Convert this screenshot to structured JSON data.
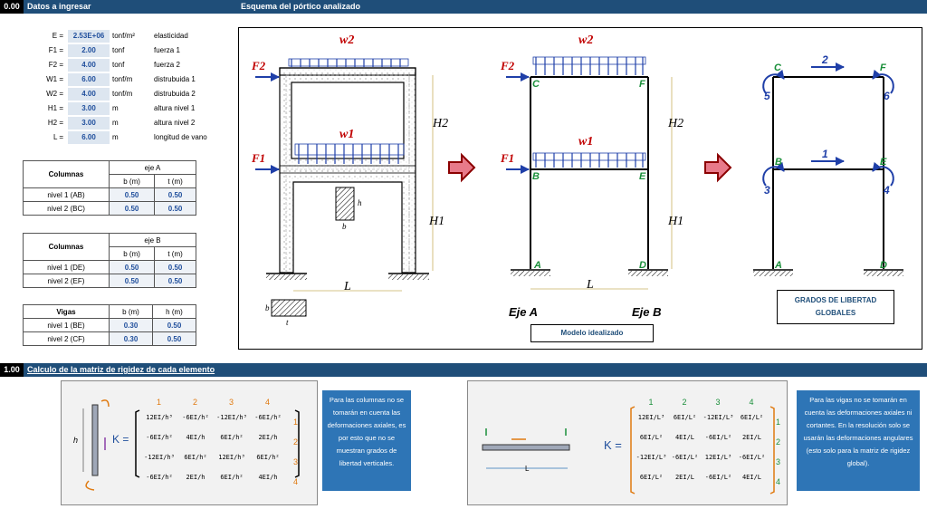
{
  "section0": {
    "num": "0.00",
    "title": "Datos a ingresar",
    "diagram_title": "Esquema del pórtico analizado"
  },
  "inputs": [
    {
      "label": "E =",
      "value": "2.53E+06",
      "unit": "tonf/m²",
      "desc": "elasticidad"
    },
    {
      "label": "F1 =",
      "value": "2.00",
      "unit": "tonf",
      "desc": "fuerza 1"
    },
    {
      "label": "F2 =",
      "value": "4.00",
      "unit": "tonf",
      "desc": "fuerza 2"
    },
    {
      "label": "W1 =",
      "value": "6.00",
      "unit": "tonf/m",
      "desc": "distrubuida 1"
    },
    {
      "label": "W2 =",
      "value": "4.00",
      "unit": "tonf/m",
      "desc": "distrubuida 2"
    },
    {
      "label": "H1 =",
      "value": "3.00",
      "unit": "m",
      "desc": "altura nivel 1"
    },
    {
      "label": "H2 =",
      "value": "3.00",
      "unit": "m",
      "desc": "altura nivel 2"
    },
    {
      "label": "L =",
      "value": "6.00",
      "unit": "m",
      "desc": "longitud de vano"
    }
  ],
  "colA": {
    "title": "Columnas",
    "axis": "eje A",
    "b": "b (m)",
    "t": "t (m)",
    "rows": [
      {
        "name": "nivel 1 (AB)",
        "b": "0.50",
        "t": "0.50"
      },
      {
        "name": "nivel 2 (BC)",
        "b": "0.50",
        "t": "0.50"
      }
    ]
  },
  "colB": {
    "title": "Columnas",
    "axis": "eje B",
    "b": "b (m)",
    "t": "t (m)",
    "rows": [
      {
        "name": "nivel 1 (DE)",
        "b": "0.50",
        "t": "0.50"
      },
      {
        "name": "nivel 2 (EF)",
        "b": "0.50",
        "t": "0.50"
      }
    ]
  },
  "vigas": {
    "title": "Vigas",
    "b": "b (m)",
    "h": "h (m)",
    "rows": [
      {
        "name": "nivel 1 (BE)",
        "b": "0.30",
        "h": "0.50"
      },
      {
        "name": "nivel 2 (CF)",
        "b": "0.30",
        "h": "0.50"
      }
    ]
  },
  "diagram": {
    "w1": "w1",
    "w2": "w2",
    "f1": "F1",
    "f2": "F2",
    "h1": "H1",
    "h2": "H2",
    "L": "L",
    "b": "b",
    "h": "h",
    "t": "t",
    "nodes": [
      "A",
      "B",
      "C",
      "D",
      "E",
      "F"
    ],
    "eje_a": "Eje A",
    "eje_b": "Eje B",
    "model_label": "Modelo idealizado",
    "dof_label_1": "GRADOS DE LIBERTAD",
    "dof_label_2": "GLOBALES",
    "dofs": [
      "1",
      "2",
      "3",
      "4",
      "5",
      "6"
    ]
  },
  "section1": {
    "num": "1.00",
    "title": "Calculo de la matriz de rigidez de cada elemento"
  },
  "col_note": "Para las columnas no se tomarán en cuenta las deformaciones axiales, es por esto que no se muestran grados de libertad verticales.",
  "beam_note": "Para las vigas no se tomarán en cuenta las deformaciones axiales ni cortantes. En la resolución solo se usarán las deformaciones angulares (esto solo para la matriz de rigidez global).",
  "col_matrix": {
    "k": "K =",
    "h": "h",
    "idx": [
      "1",
      "2",
      "3",
      "4"
    ],
    "rows": [
      [
        "12EI/h³",
        "-6EI/h²",
        "-12EI/h³",
        "-6EI/h²"
      ],
      [
        "-6EI/h²",
        "4EI/h",
        "6EI/h²",
        "2EI/h"
      ],
      [
        "-12EI/h³",
        "6EI/h²",
        "12EI/h³",
        "6EI/h²"
      ],
      [
        "-6EI/h²",
        "2EI/h",
        "6EI/h²",
        "4EI/h"
      ]
    ]
  },
  "beam_matrix": {
    "k": "K =",
    "L": "L",
    "idx": [
      "1",
      "2",
      "3",
      "4"
    ],
    "rows": [
      [
        "12EI/L³",
        "6EI/L²",
        "-12EI/L³",
        "6EI/L²"
      ],
      [
        "6EI/L²",
        "4EI/L",
        "-6EI/L²",
        "2EI/L"
      ],
      [
        "-12EI/L³",
        "-6EI/L²",
        "12EI/L³",
        "-6EI/L²"
      ],
      [
        "6EI/L²",
        "2EI/L",
        "-6EI/L²",
        "4EI/L"
      ]
    ]
  },
  "colors": {
    "header": "#1f4e79",
    "input_value": "#1f4e9c",
    "force": "#1f3fa8",
    "load_label": "#c00000",
    "note": "#2e75b6"
  }
}
